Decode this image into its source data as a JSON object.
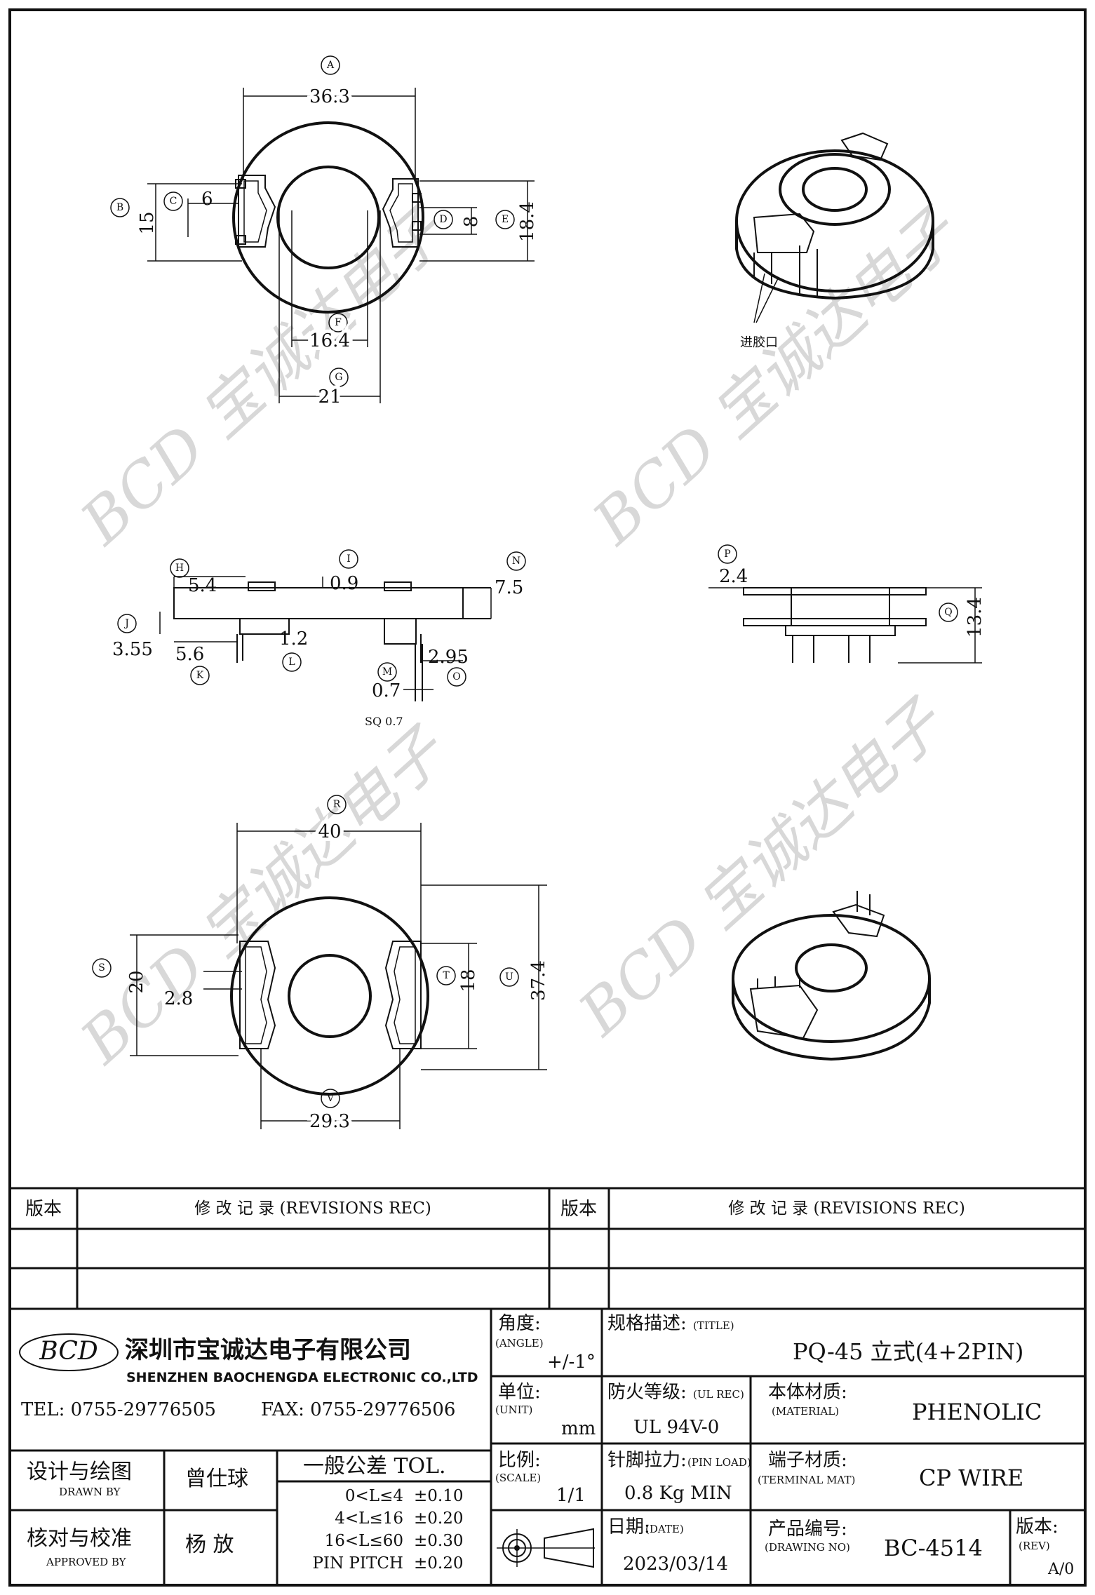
{
  "drawing": {
    "dims": {
      "A": "36.3",
      "B": "15",
      "C": "6",
      "D": "8",
      "E": "18.4",
      "F": "16.4",
      "G": "21",
      "H": "5.4",
      "I": "0.9",
      "J": "3.55",
      "K": "5.6",
      "L": "1.2",
      "M": "0.7",
      "N": "7.5",
      "O": "2.95",
      "P": "2.4",
      "Q": "13.4",
      "R": "40",
      "S": "20",
      "S2": "2.8",
      "T": "18",
      "U": "37.4",
      "V": "29.3"
    },
    "sq_note": "SQ 0.7",
    "gate_label": "进胶口",
    "watermark": "BCD 宝诚达电子"
  },
  "revisions": {
    "left_ver": "版本",
    "left_rec": "修  改  记  录  (REVISIONS REC)",
    "right_ver": "版本",
    "right_rec": "修  改  记  录  (REVISIONS REC)"
  },
  "company": {
    "logo": "BCD",
    "name_cn": "深圳市宝诚达电子有限公司",
    "name_en": "SHENZHEN BAOCHENGDA ELECTRONIC CO.,LTD",
    "tel": "TEL: 0755-29776505",
    "fax": "FAX: 0755-29776506"
  },
  "title_block": {
    "angle_label": "角度:",
    "angle_en": "(ANGLE)",
    "angle_value": "+/-1°",
    "unit_label": "单位:",
    "unit_en": "(UNIT)",
    "unit_value": "mm",
    "scale_label": "比例:",
    "scale_en": "(SCALE)",
    "scale_value": "1/1",
    "title_label": "规格描述:",
    "title_en": "(TITLE)",
    "title_value": "PQ-45  立式(4+2PIN)",
    "ul_label": "防火等级:",
    "ul_en": "(UL REC)",
    "ul_value": "UL 94V-0",
    "material_label": "本体材质:",
    "material_en": "(MATERIAL)",
    "material_value": "PHENOLIC",
    "pinload_label": "针脚拉力:",
    "pinload_en": "(PIN LOAD)",
    "pinload_value": "0.8 Kg MIN",
    "terminal_label": "端子材质:",
    "terminal_en": "(TERMINAL MAT)",
    "terminal_value": "CP WIRE",
    "date_label": "日期:",
    "date_en": "(DATE)",
    "date_value": "2023/03/14",
    "drawingno_label": "产品编号:",
    "drawingno_en": "(DRAWING NO)",
    "drawingno_value": "BC-4514",
    "rev_label": "版本:",
    "rev_en": "(REV)",
    "rev_value": "A/0",
    "drawn_label": "设计与绘图",
    "drawn_en": "DRAWN BY",
    "drawn_value": "曾仕球",
    "approved_label": "核对与校准",
    "approved_en": "APPROVED BY",
    "approved_value": "杨  放",
    "tol_title": "一般公差  TOL.",
    "tol_rows": [
      {
        "range": "0<L≤4",
        "value": "±0.10"
      },
      {
        "range": "4<L≤16",
        "value": "±0.20"
      },
      {
        "range": "16<L≤60",
        "value": "±0.30"
      },
      {
        "range": "PIN PITCH",
        "value": "±0.20"
      }
    ]
  }
}
